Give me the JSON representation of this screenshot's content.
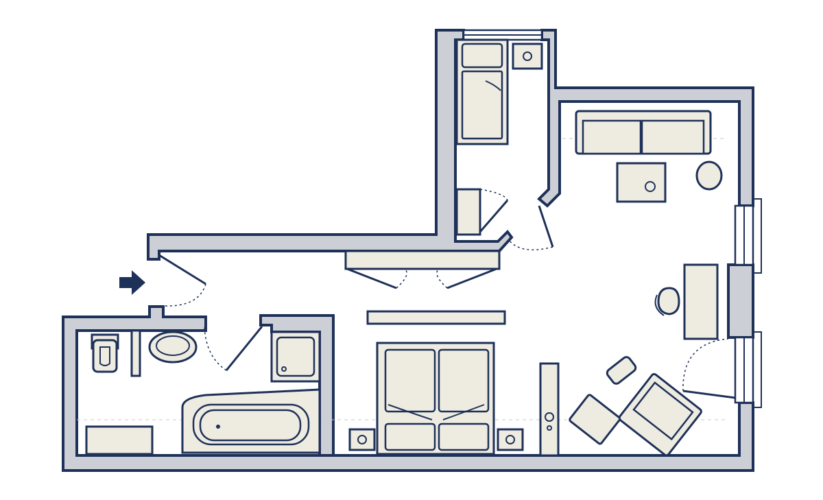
{
  "plan": {
    "colors": {
      "wall_fill": "#cdcfd6",
      "outline": "#1e3158",
      "furniture_fill": "#eeebe1",
      "floor": "#ffffff",
      "guide_line": "#c6c9d2"
    },
    "rooms": [
      "entrance-corridor",
      "bathroom",
      "bedroom",
      "kids-room",
      "living-area"
    ],
    "furniture": [
      "single-bed",
      "night-table",
      "double-bed",
      "wardrobe",
      "sofa",
      "coffee-table",
      "round-table",
      "desk",
      "desk-chair",
      "armchair",
      "footstool",
      "bathtub",
      "toilet",
      "washbasin",
      "shower",
      "tv-unit"
    ],
    "entrance_marker": "arrow-right"
  }
}
